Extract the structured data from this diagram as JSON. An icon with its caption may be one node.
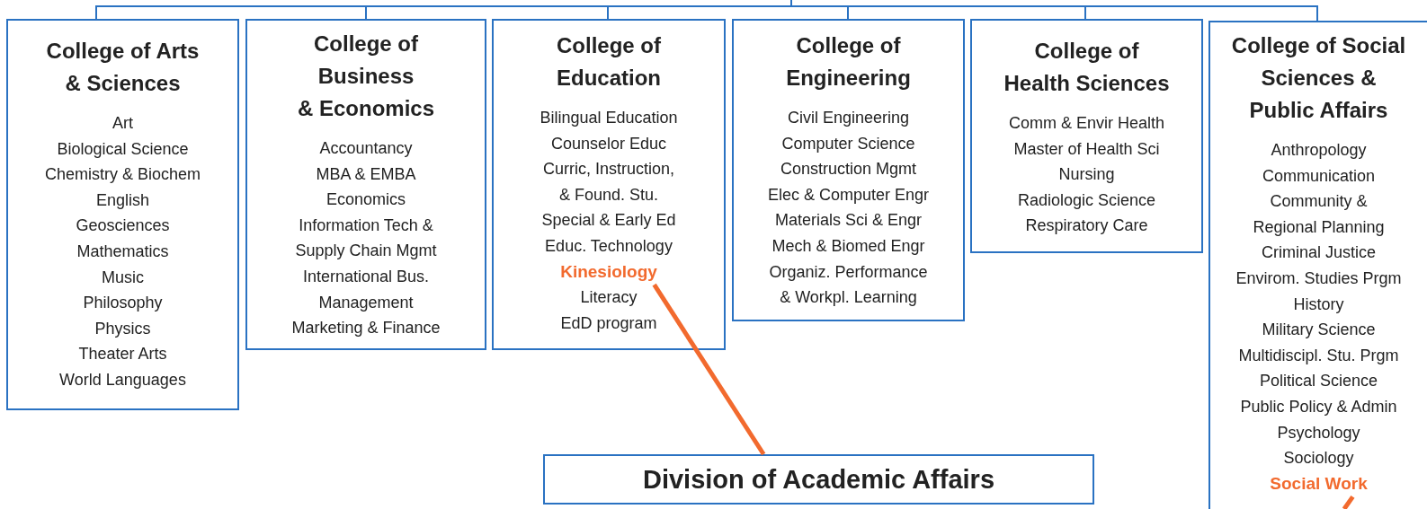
{
  "diagram": {
    "nodes": [
      {
        "text": [
          "College of Arts & Sciences",
          "Art",
          "Biological Science",
          "Chemistry & Biochem",
          "English",
          "Geosciences",
          "Mathematics",
          "Music",
          "Philosophy",
          "Physics",
          "Theater Arts",
          "World Languages"
        ]
      },
      {
        "text": [
          "College of Business & Economics",
          "Accountancy",
          "MBA & EMBA",
          "Economics",
          "Information Tech & Supply Chain Mgmt",
          "International Bus.",
          "Management",
          "Marketing & Finance"
        ]
      },
      {
        "text": [
          "College of Education",
          "Bilingual Education",
          "Counselor Educ",
          "Curric, Instruction, & Found. Stu.",
          "Special & Early Ed",
          "Educ. Technology",
          "Literacy",
          "EdD program"
        ]
      },
      {
        "text": [
          "Kinesiology"
        ],
        "in": 2
      },
      {
        "text": [
          "College of Engineering",
          "Civil Engineering",
          "Computer Science",
          "Construction Mgmt",
          "Elec & Computer Engr",
          "Materials Sci & Engr",
          "Mech & Biomed Engr",
          "Organiz. Performance & Workpl. Learning"
        ]
      },
      {
        "text": [
          "College of Health Sciences",
          "Comm & Envir Health",
          "Master of Health Sci",
          "Nursing",
          "Radiologic Science",
          "Respiratory Care"
        ]
      },
      {
        "text": [
          "College of Social Sciences & Public Affairs",
          "Anthropology",
          "Communication",
          "Community & Regional Planning",
          "Criminal Justice",
          "Envirom. Studies Prgm",
          "History",
          "Military Science",
          "Multidiscipl. Stu. Prgm",
          "Political Science",
          "Public Policy & Admin",
          "Psychology",
          "Sociology"
        ]
      },
      {
        "text": [
          "Social Work"
        ],
        "in": 6
      },
      {
        "text": [
          "Division of Academic Affairs"
        ]
      }
    ],
    "edges": [
      {
        "from": null,
        "to": 0,
        "arrow": "none"
      },
      {
        "from": null,
        "to": 1,
        "arrow": "none"
      },
      {
        "from": null,
        "to": 2,
        "arrow": "none"
      },
      {
        "from": null,
        "to": 4,
        "arrow": "none"
      },
      {
        "from": null,
        "to": 5,
        "arrow": "none"
      },
      {
        "from": null,
        "to": 6,
        "arrow": "none"
      },
      {
        "from": 3,
        "to": 8,
        "arrow": "none",
        "style": "thick",
        "color": "#f26a2e"
      },
      {
        "from": 7,
        "to": null,
        "arrow": "none",
        "style": "thick",
        "color": "#f26a2e"
      }
    ]
  }
}
